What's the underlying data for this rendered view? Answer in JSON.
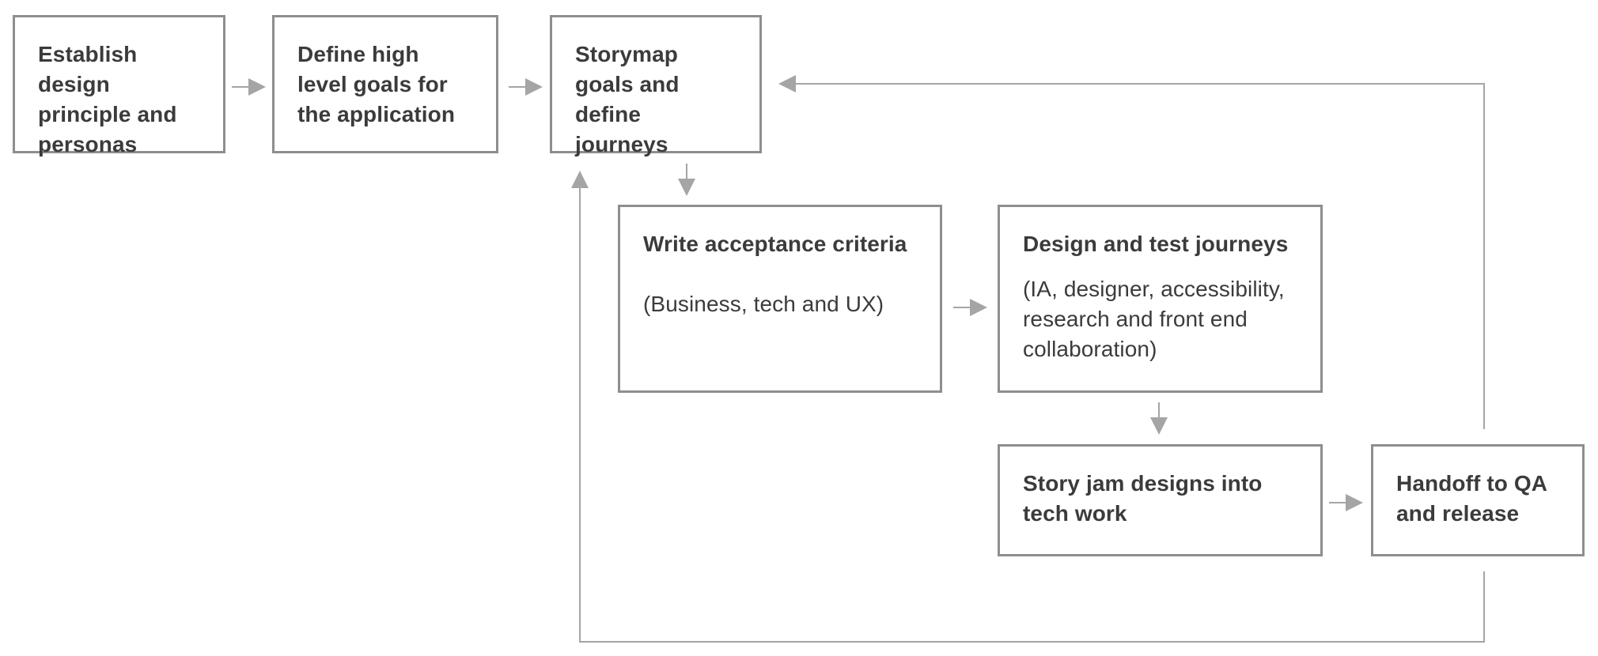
{
  "diagram": {
    "nodes": [
      {
        "id": "establish",
        "title": "Establish design principle and personas",
        "note": ""
      },
      {
        "id": "goals",
        "title": "Define high level goals for the application",
        "note": ""
      },
      {
        "id": "storymap",
        "title": "Storymap goals and define journeys",
        "note": ""
      },
      {
        "id": "acceptance",
        "title": "Write acceptance criteria",
        "note": "(Business, tech and UX)"
      },
      {
        "id": "design",
        "title": "Design and test journeys",
        "note": "(IA, designer, accessibility, research and front end collaboration)"
      },
      {
        "id": "storyjam",
        "title": "Story jam designs into tech work",
        "note": ""
      },
      {
        "id": "handoff",
        "title": "Handoff to QA and release",
        "note": ""
      }
    ],
    "edges": [
      {
        "from": "establish",
        "to": "goals"
      },
      {
        "from": "goals",
        "to": "storymap"
      },
      {
        "from": "storymap",
        "to": "acceptance"
      },
      {
        "from": "acceptance",
        "to": "design"
      },
      {
        "from": "design",
        "to": "storyjam"
      },
      {
        "from": "storyjam",
        "to": "handoff"
      },
      {
        "from": "handoff",
        "to": "storymap"
      },
      {
        "from": "handoff",
        "to": "storymap"
      }
    ],
    "colors": {
      "border": "#8e8e8e",
      "line": "#a5a5a5",
      "text": "#3b3b3b"
    }
  }
}
